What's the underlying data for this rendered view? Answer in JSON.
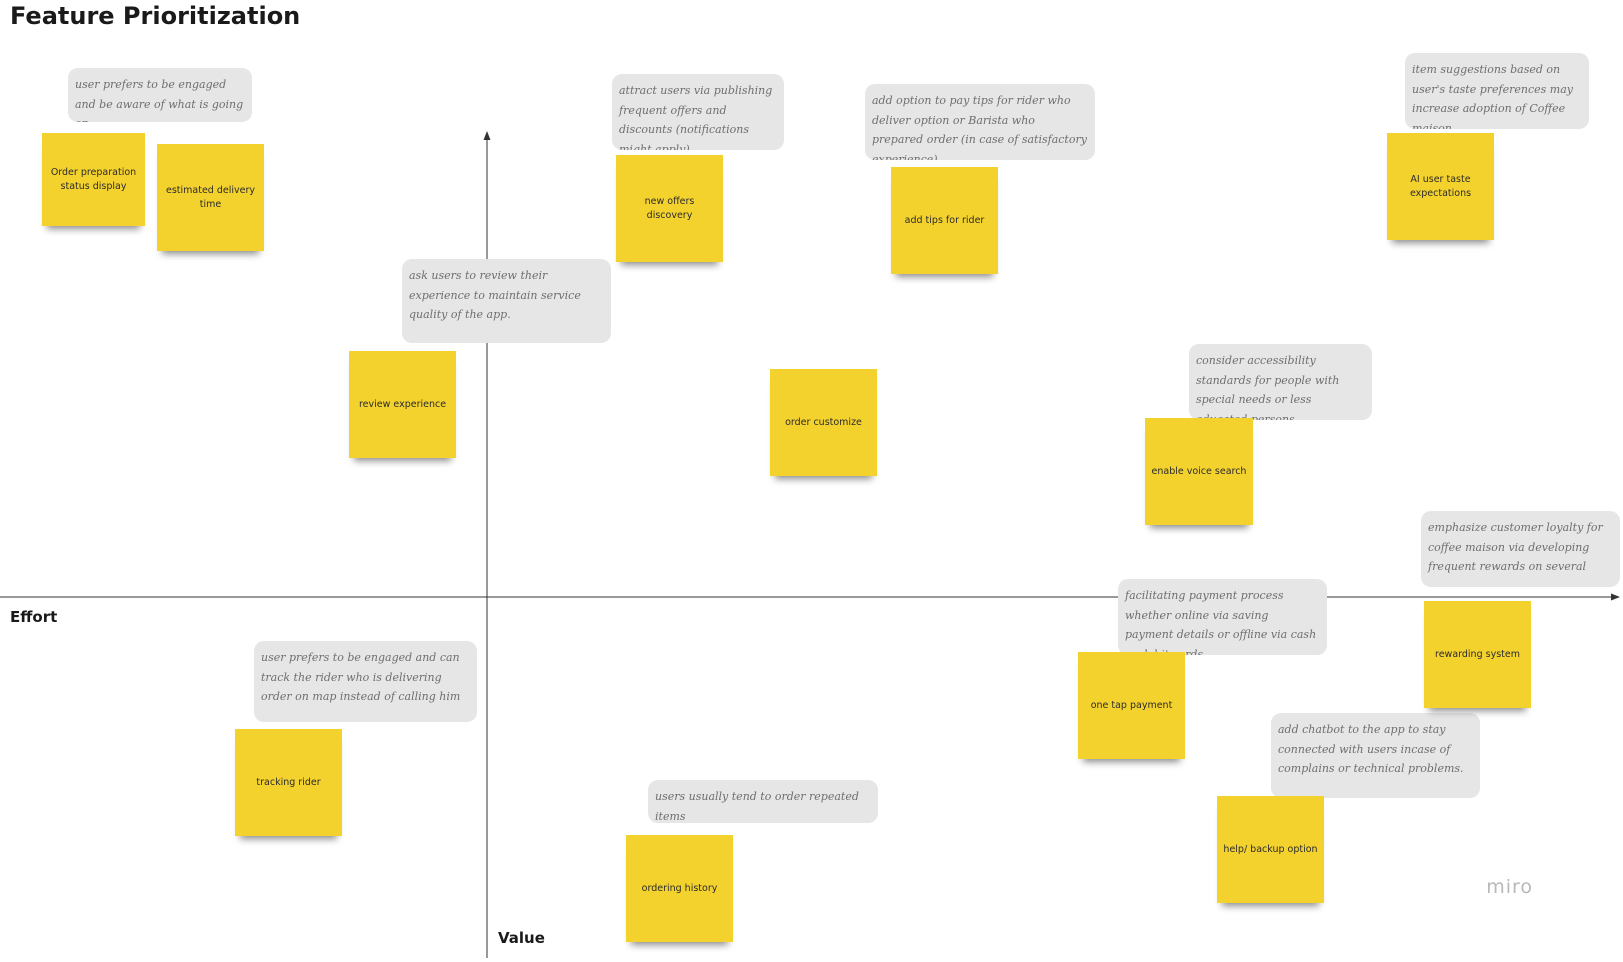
{
  "board": {
    "title": "Feature Prioritization",
    "x_axis_label": "Effort",
    "y_axis_label": "Value",
    "brand": "miro"
  },
  "stickies": [
    {
      "label": "Order preparation status display"
    },
    {
      "label": "estimated delivery time"
    },
    {
      "label": "new offers discovery"
    },
    {
      "label": "add tips for rider"
    },
    {
      "label": "AI user taste expectations"
    },
    {
      "label": "review experience"
    },
    {
      "label": "order customize"
    },
    {
      "label": "enable voice search"
    },
    {
      "label": "rewarding system"
    },
    {
      "label": "one tap payment"
    },
    {
      "label": "tracking rider"
    },
    {
      "label": "help/ backup option"
    },
    {
      "label": "ordering history"
    }
  ],
  "comments": [
    {
      "text": "user prefers to be engaged and be aware of what is going on"
    },
    {
      "text": "attract users via publishing frequent offers and discounts (notifications might apply)"
    },
    {
      "text": "add option to pay tips for rider who deliver option or Barista who prepared order (in case of satisfactory experience)"
    },
    {
      "text": "item suggestions based on user's taste preferences may increase adoption of Coffee maison"
    },
    {
      "text": "ask users to review their experience to maintain service quality of the app."
    },
    {
      "text": "consider accessibility standards for people with special needs or less educated persons"
    },
    {
      "text": "emphasize customer loyalty for coffee maison via developing frequent rewards on several"
    },
    {
      "text": "facilitating payment process whether online via saving payment details or offline via cash or debit cards"
    },
    {
      "text": "user prefers to be engaged and can track the rider who is delivering order on map instead of calling him"
    },
    {
      "text": "add chatbot to the app to stay connected with users incase of complains or technical problems."
    },
    {
      "text": "users usually tend to order repeated items"
    }
  ]
}
